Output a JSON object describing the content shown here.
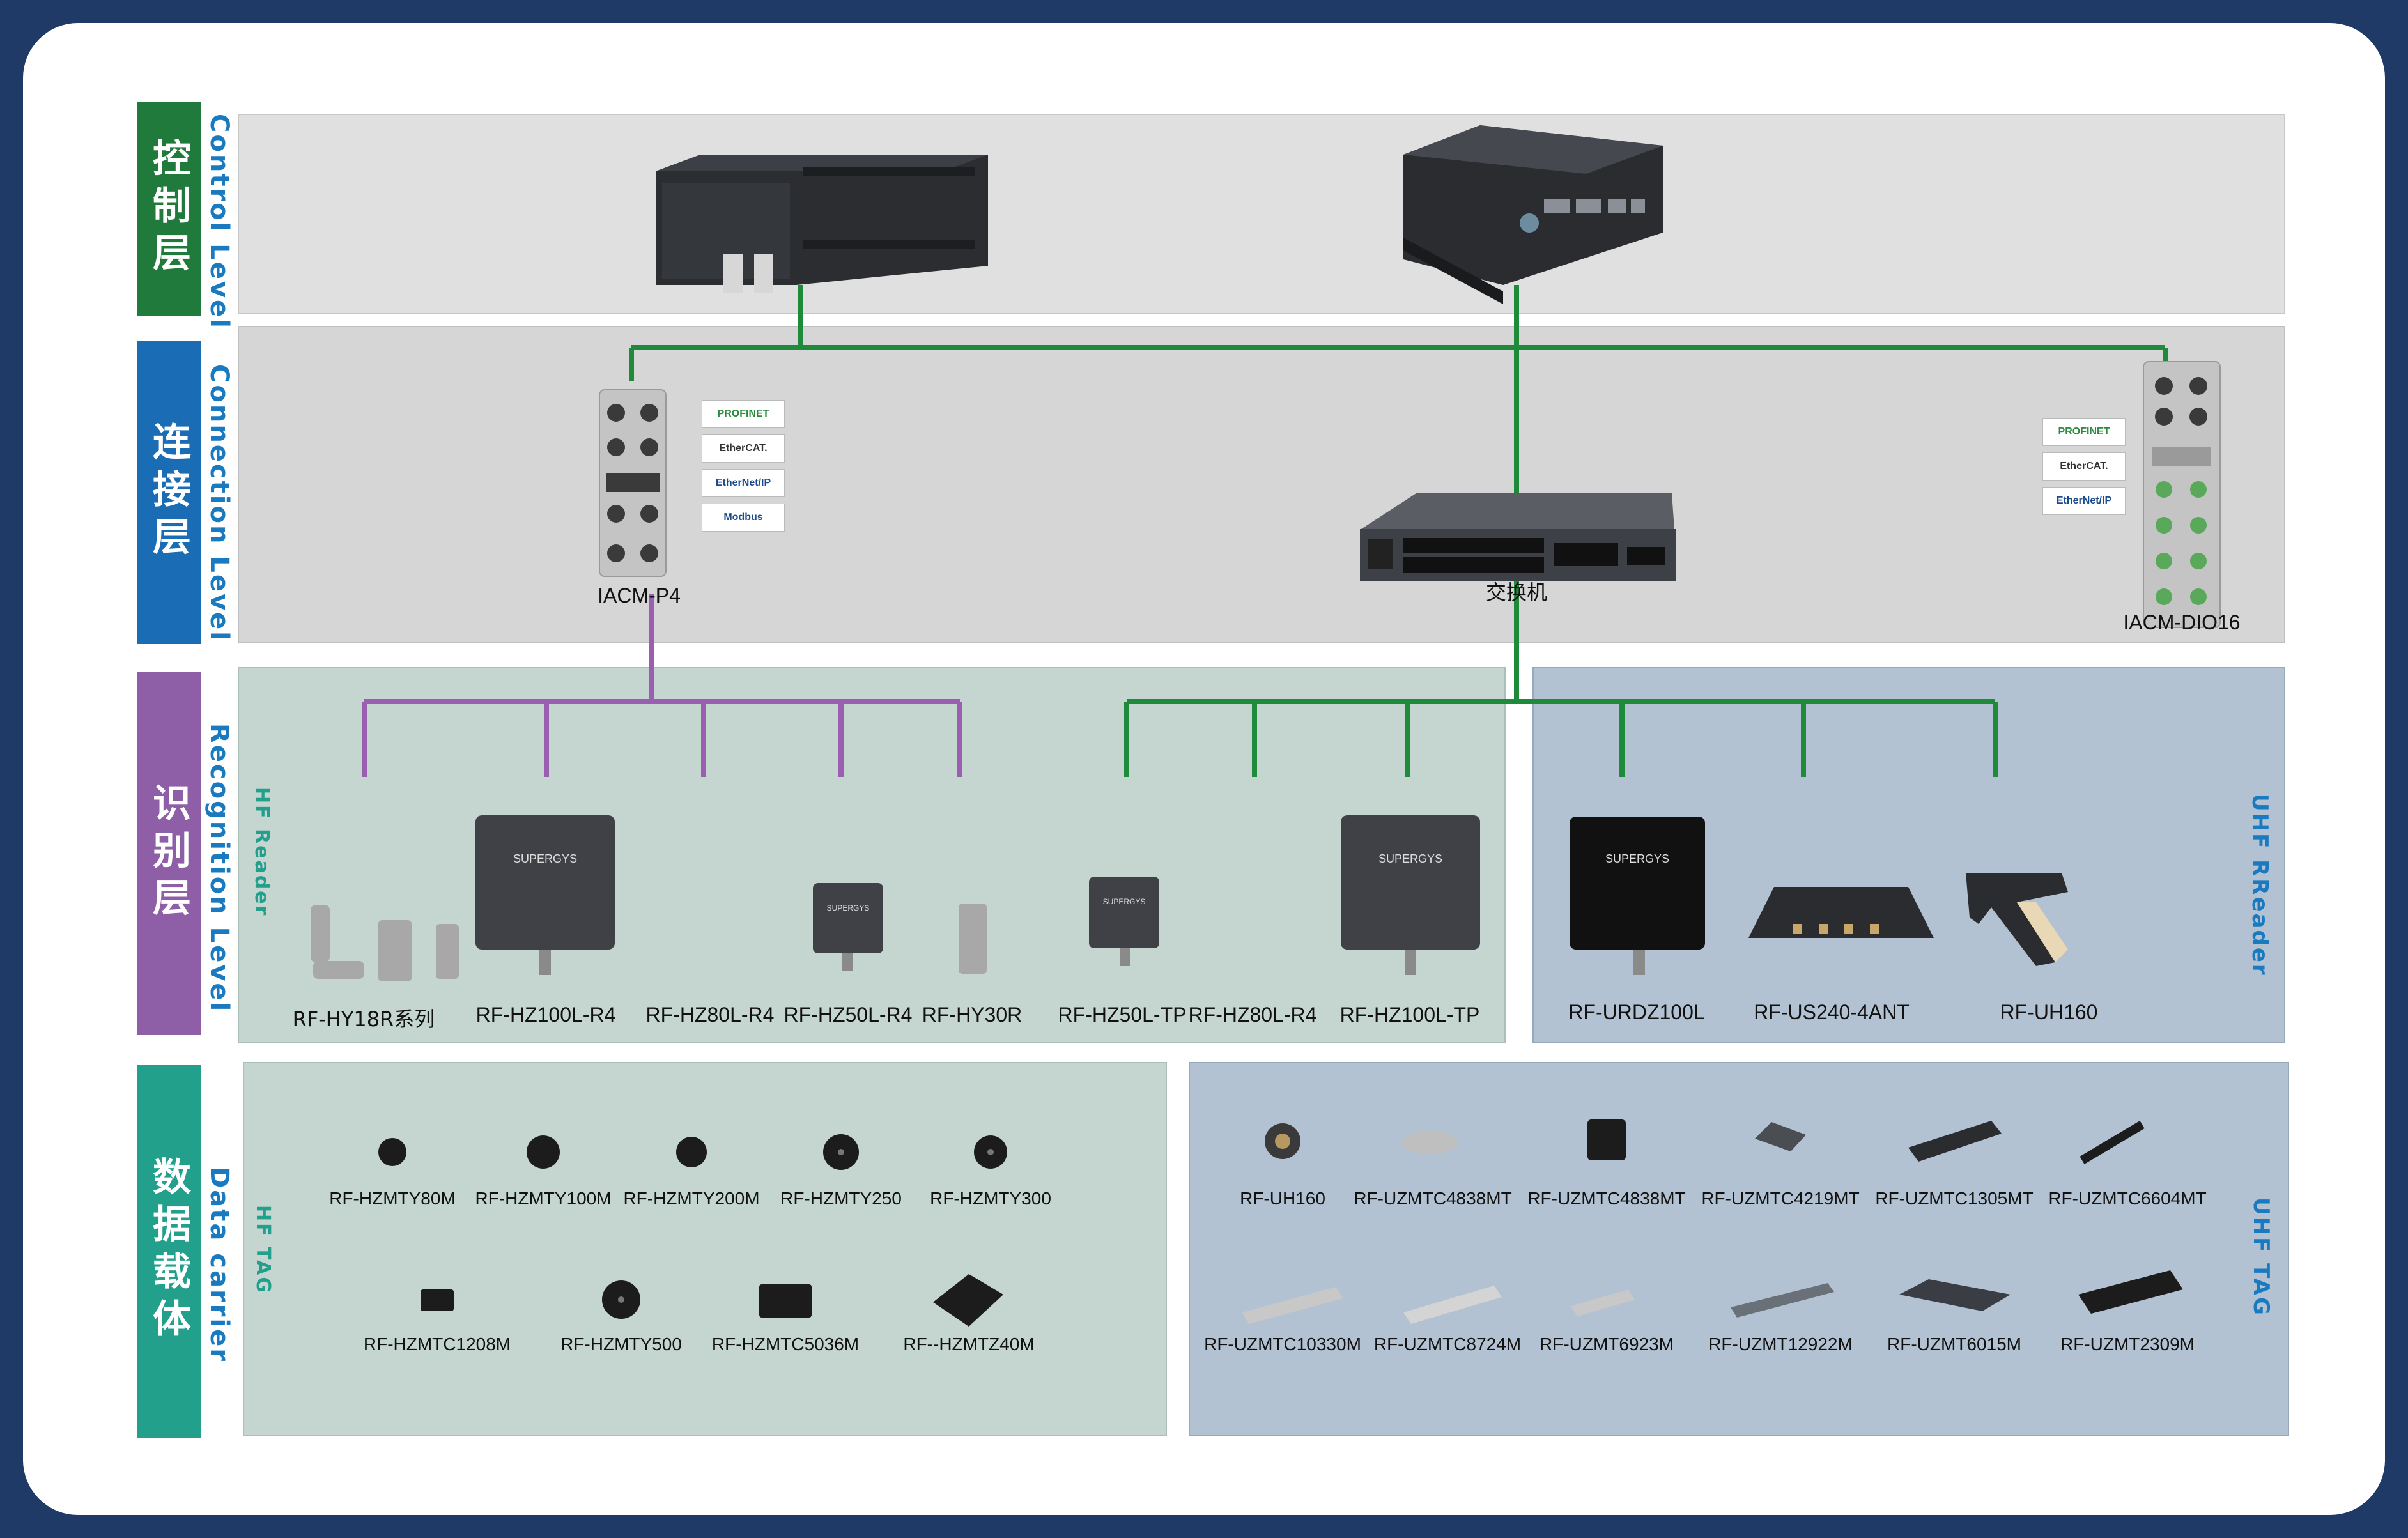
{
  "layers": {
    "control": {
      "cn": "控制层",
      "en": "Control Level",
      "color": "#1f7a3c"
    },
    "connection": {
      "cn": "连接层",
      "en": "Connection Level",
      "color": "#1a6db5"
    },
    "recognition": {
      "cn": "识别层",
      "en": "Recognition Level",
      "color": "#8e5fa6"
    },
    "data": {
      "cn": "数据载体",
      "en": "Data carrier",
      "color": "#22a08c"
    }
  },
  "group_labels": {
    "hf_reader": "HF Reader",
    "uhf_reader": "UHF RReader",
    "hf_tag": "HF TAG",
    "uhf_tag": "UHF TAG"
  },
  "connection_devices": {
    "iacm_p4": "IACM-P4",
    "switch": "交换机",
    "iacm_dio16": "IACM-DIO16"
  },
  "protocols": {
    "profinet": "PROFINET",
    "ethercat": "EtherCAT.",
    "ethernetip": "EtherNet/IP",
    "modbus": "Modbus"
  },
  "reader_brand": "SUPERGYS",
  "hf_readers": [
    "RF-HY18R系列",
    "RF-HZ100L-R4",
    "RF-HZ80L-R4",
    "RF-HZ50L-R4",
    "RF-HY30R",
    "RF-HZ50L-TP",
    "RF-HZ80L-R4",
    "RF-HZ100L-TP"
  ],
  "uhf_readers": [
    "RF-URDZ100L",
    "RF-US240-4ANT",
    "RF-UH160"
  ],
  "hf_tags_row1": [
    "RF-HZMTY80M",
    "RF-HZMTY100M",
    "RF-HZMTY200M",
    "RF-HZMTY250",
    "RF-HZMTY300"
  ],
  "hf_tags_row2": [
    "RF-HZMTC1208M",
    "RF-HZMTY500",
    "RF-HZMTC5036M",
    "RF--HZMTZ40M"
  ],
  "uhf_tags_row1": [
    "RF-UH160",
    "RF-UZMTC4838MT",
    "RF-UZMTC4838MT",
    "RF-UZMTC4219MT",
    "RF-UZMTC1305MT",
    "RF-UZMTC6604MT"
  ],
  "uhf_tags_row2": [
    "RF-UZMTC10330M",
    "RF-UZMTC8724M",
    "RF-UZMT6923M",
    "RF-UZMT12922M",
    "RF-UZMT6015M",
    "RF-UZMT2309M"
  ],
  "colors": {
    "frame": "#1f3a66",
    "link_green": "#1e8a3a",
    "link_purple": "#9a5fb0",
    "panel_gray": "#dedede",
    "panel_hf": "#c4d6cf",
    "panel_uhf": "#b2c2d2"
  }
}
